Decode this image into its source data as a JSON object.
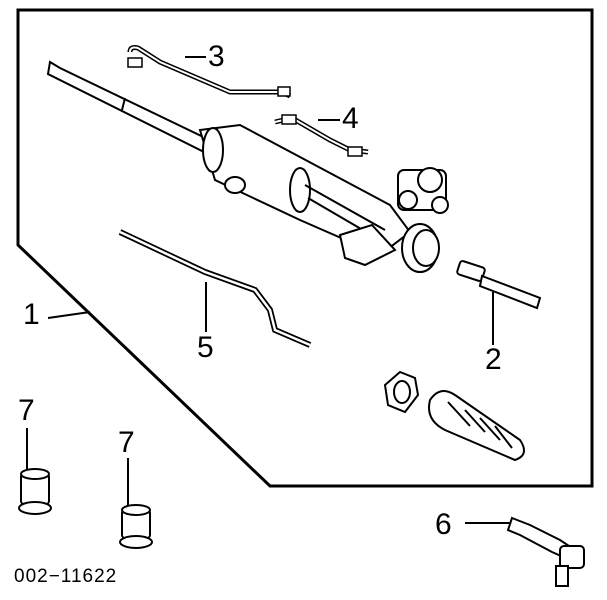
{
  "callouts": {
    "c1": "1",
    "c2": "2",
    "c3": "3",
    "c4": "4",
    "c5": "5",
    "c6": "6",
    "c7a": "7",
    "c7b": "7"
  },
  "diagram_code": "002−11622"
}
